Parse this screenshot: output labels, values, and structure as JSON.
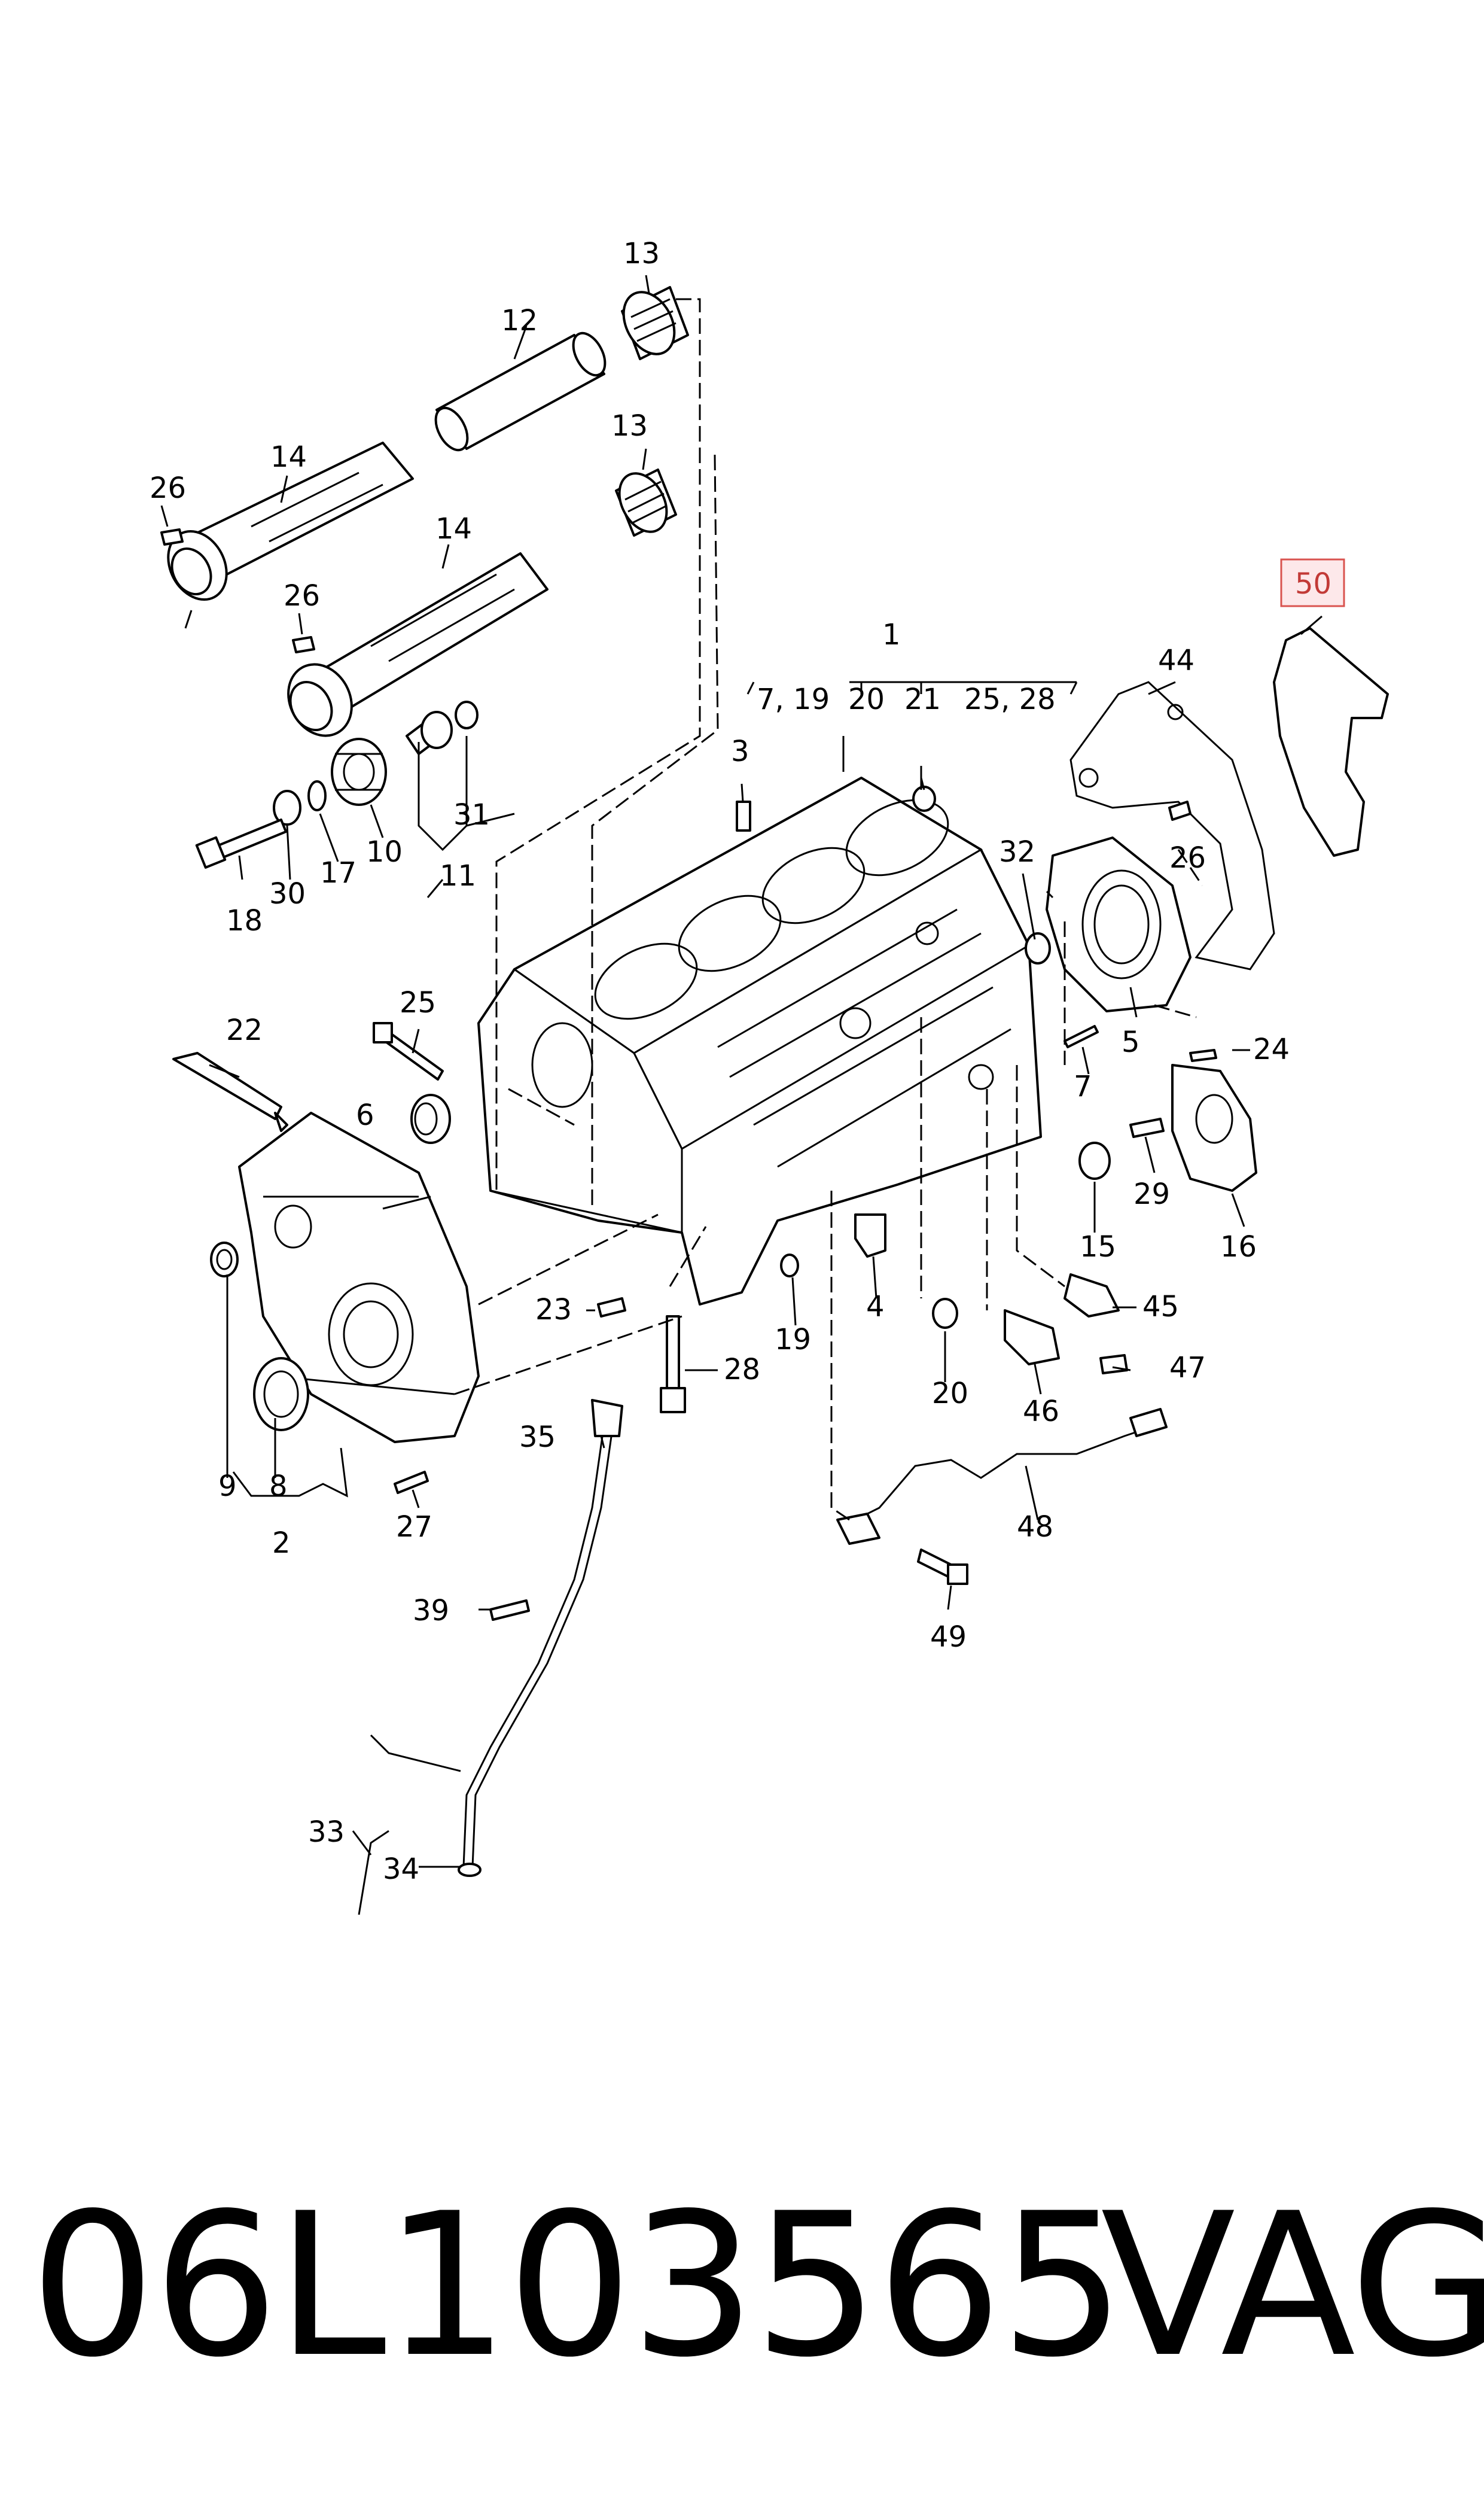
{
  "callouts": {
    "c1": "1",
    "c2": "2",
    "c3": "3",
    "c4": "4",
    "c5": "5",
    "c6": "6",
    "c7": "7",
    "c7_19": "7, 19",
    "c8": "8",
    "c9": "9",
    "c10": "10",
    "c11": "11",
    "c12": "12",
    "c13a": "13",
    "c13b": "13",
    "c14a": "14",
    "c14b": "14",
    "c15": "15",
    "c16": "16",
    "c17": "17",
    "c18": "18",
    "c19": "19",
    "c20a": "20",
    "c20b": "20",
    "c21": "21",
    "c22": "22",
    "c23": "23",
    "c24": "24",
    "c25": "25",
    "c25_28": "25, 28",
    "c26a": "26",
    "c26b": "26",
    "c26c": "26",
    "c27": "27",
    "c28": "28",
    "c29": "29",
    "c30": "30",
    "c31": "31",
    "c32": "32",
    "c33": "33",
    "c34": "34",
    "c35": "35",
    "c39": "39",
    "c44": "44",
    "c45": "45",
    "c46": "46",
    "c47": "47",
    "c48": "48",
    "c49": "49",
    "c50": "50"
  },
  "highlight_color": "#d9534f",
  "footer": {
    "part_number": "06L103565",
    "brand": "VAG"
  }
}
